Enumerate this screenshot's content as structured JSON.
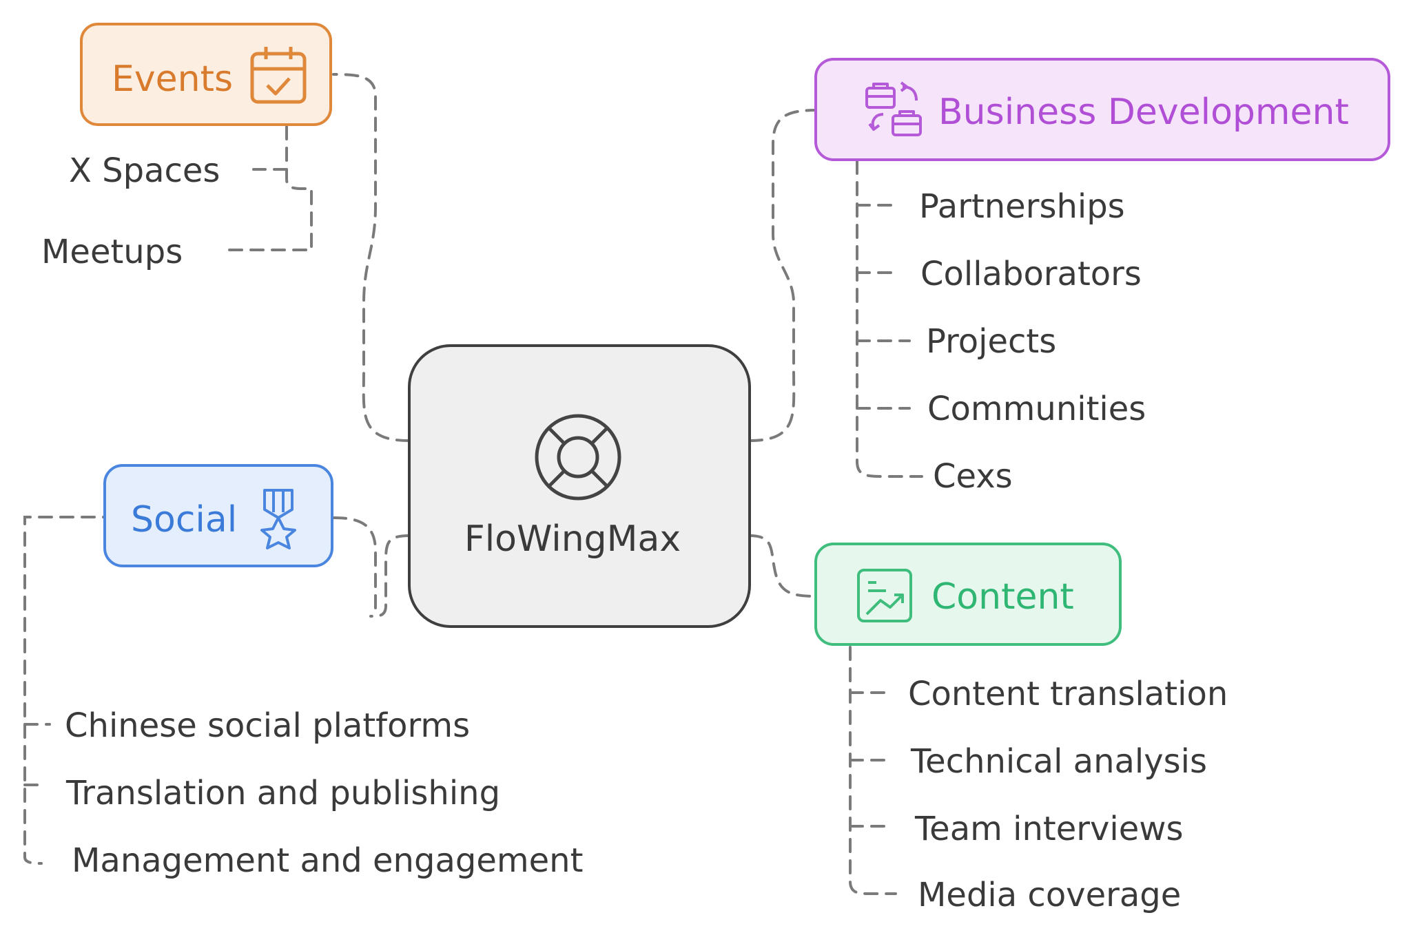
{
  "central": {
    "label": "FloWingMax",
    "icon": "lifebuoy-icon"
  },
  "events": {
    "label": "Events",
    "icon": "calendar-check-icon",
    "children": [
      "X Spaces",
      "Meetups"
    ],
    "colors": {
      "stroke": "#e0883a",
      "fill": "#fdeee2",
      "text": "#d97b2c"
    }
  },
  "business": {
    "label": "Business Development",
    "icon": "briefcase-exchange-icon",
    "children": [
      "Partnerships",
      "Collaborators",
      "Projects",
      "Communities",
      "Cexs"
    ],
    "colors": {
      "stroke": "#b45ad8",
      "fill": "#f6e4fb",
      "text": "#b04fd6"
    }
  },
  "social": {
    "label": "Social",
    "icon": "medal-icon",
    "children": [
      "Chinese social platforms",
      "Translation and publishing",
      "Management and engagement"
    ],
    "colors": {
      "stroke": "#4a86e0",
      "fill": "#e5eefc",
      "text": "#3a7ad8"
    }
  },
  "content": {
    "label": "Content",
    "icon": "chart-icon",
    "children": [
      "Content translation",
      "Technical analysis",
      "Team interviews",
      "Media coverage"
    ],
    "colors": {
      "stroke": "#3fbd7c",
      "fill": "#e6f7ee",
      "text": "#2fb672"
    }
  },
  "colors": {
    "connector": "#7a7a7a",
    "text": "#3a3a3a",
    "central_fill": "#efefef",
    "central_stroke": "#3f3f3f"
  }
}
